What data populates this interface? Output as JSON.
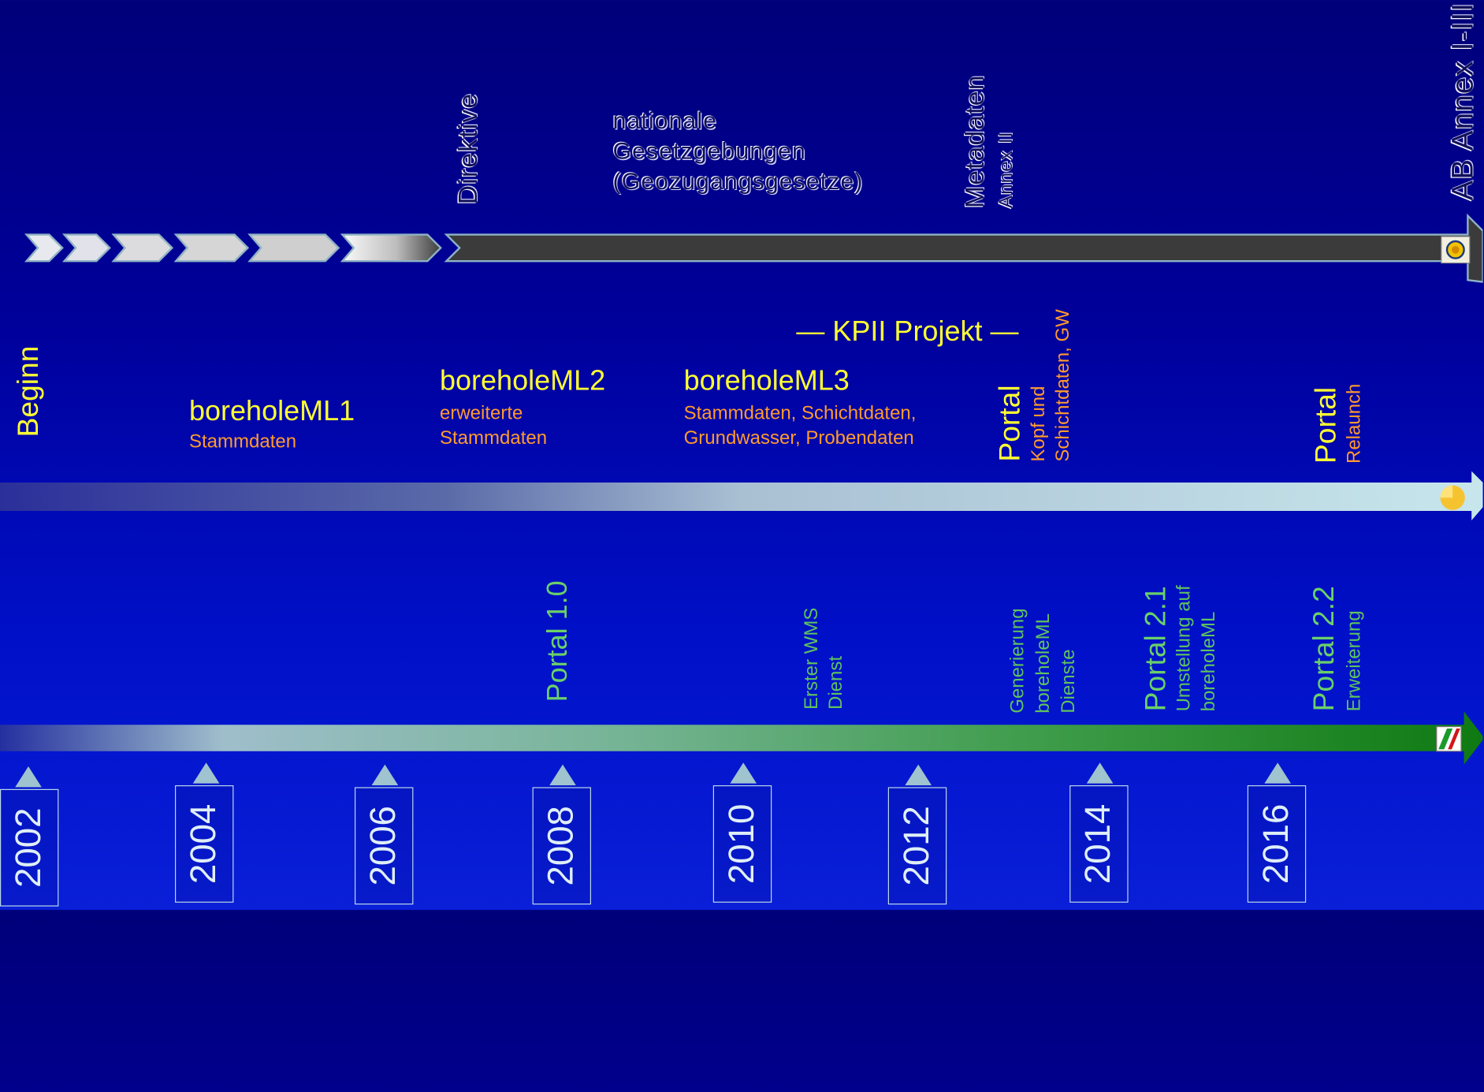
{
  "row1": {
    "direktive": "Direktive",
    "nationale_lines": [
      "nationale",
      "Gesetzgebungen",
      "(Geozugangsgesetze)"
    ],
    "metadaten": "Metadaten",
    "metadaten_sub": "Annex II",
    "ab_annex": "AB Annex I-III"
  },
  "row2": {
    "kpii": "—  KPII Projekt  —",
    "beginn": "Beginn",
    "bml1_title": "boreholeML1",
    "bml1_sub": "Stammdaten",
    "bml2_title": "boreholeML2",
    "bml2_sub1": "erweiterte",
    "bml2_sub2": "Stammdaten",
    "bml3_title": "boreholeML3",
    "bml3_sub1": "Stammdaten, Schichtdaten,",
    "bml3_sub2": "Grundwasser, Probendaten",
    "portal1_title": "Portal",
    "portal1_sub1": "Kopf und",
    "portal1_sub2": "Schichtdaten, GW",
    "portal2_title": "Portal",
    "portal2_sub": "Relaunch"
  },
  "row3": {
    "portal10": "Portal 1.0",
    "wms1": "Erster WMS",
    "wms2": "Dienst",
    "gen1": "Generierung",
    "gen2": "boreholeML",
    "gen3": "Dienste",
    "portal21": "Portal 2.1",
    "p21sub1": "Umstellung auf",
    "p21sub2": "boreholeML",
    "portal22": "Portal 2.2",
    "p22sub": "Erweiterung"
  },
  "years": [
    "2002",
    "2004",
    "2006",
    "2008",
    "2010",
    "2012",
    "2014",
    "2016"
  ],
  "icons": {
    "eu": "eu-stars-icon",
    "partial": "yellow-circle-icon",
    "nrw": "nrw-flag-icon"
  },
  "colors": {
    "accent_yellow": "#ffff33",
    "accent_orange": "#ff9a2e",
    "accent_green": "#6ad06a",
    "timeline_green": "#1a7d1a"
  }
}
